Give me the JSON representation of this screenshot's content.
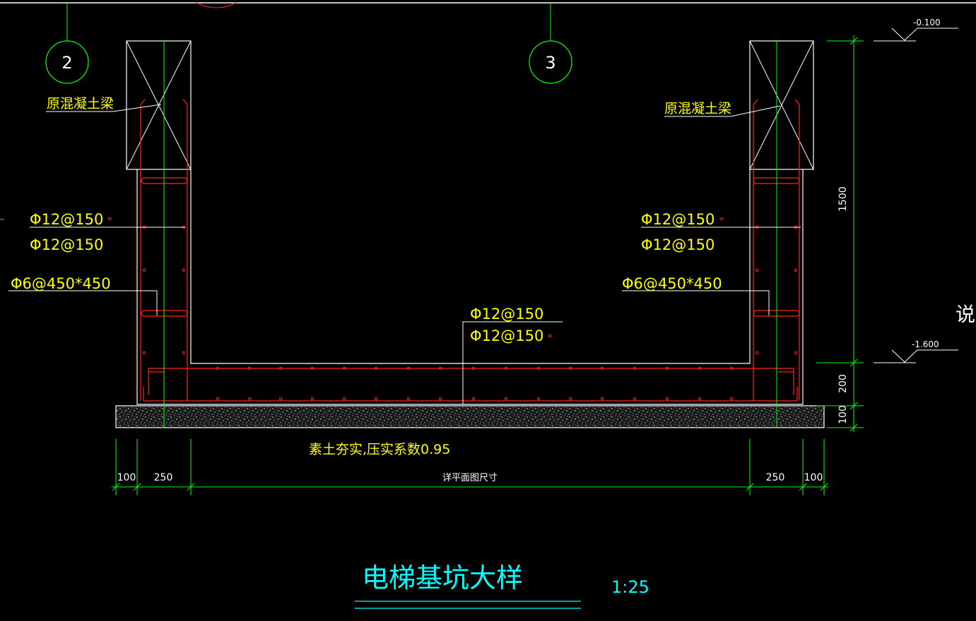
{
  "colors": {
    "background": "#000000",
    "axis_green": "#00ff00",
    "rebar_red": "#ff2020",
    "outline_white": "#ffffff",
    "label_yellow": "#ffff00",
    "title_cyan": "#00ffff"
  },
  "grid_axes": [
    {
      "label": "2"
    },
    {
      "label": "3"
    }
  ],
  "beam_labels": {
    "left": "原混凝土梁",
    "right": "原混凝土梁"
  },
  "rebar_labels": {
    "left_outer": "Φ12@150",
    "left_inner": "Φ12@150",
    "left_tie": "Φ6@450*450",
    "right_outer": "Φ12@150",
    "right_inner": "Φ12@150",
    "right_tie": "Φ6@450*450",
    "slab_top": "Φ12@150",
    "slab_bottom": "Φ12@150"
  },
  "soil_note": "素土夯实,压实系数0.95",
  "elevations": {
    "top": "-0.100",
    "bottom": "-1.600"
  },
  "vertical_dims": {
    "wall_height": "1500",
    "slab_thickness": "200",
    "cushion_thickness": "100"
  },
  "horizontal_dims": {
    "left_cushion": "100",
    "left_wall": "250",
    "middle": "详平面图尺寸",
    "right_wall": "250",
    "right_cushion": "100"
  },
  "side_note": "说",
  "title": "电梯基坑大样",
  "scale": "1:25"
}
